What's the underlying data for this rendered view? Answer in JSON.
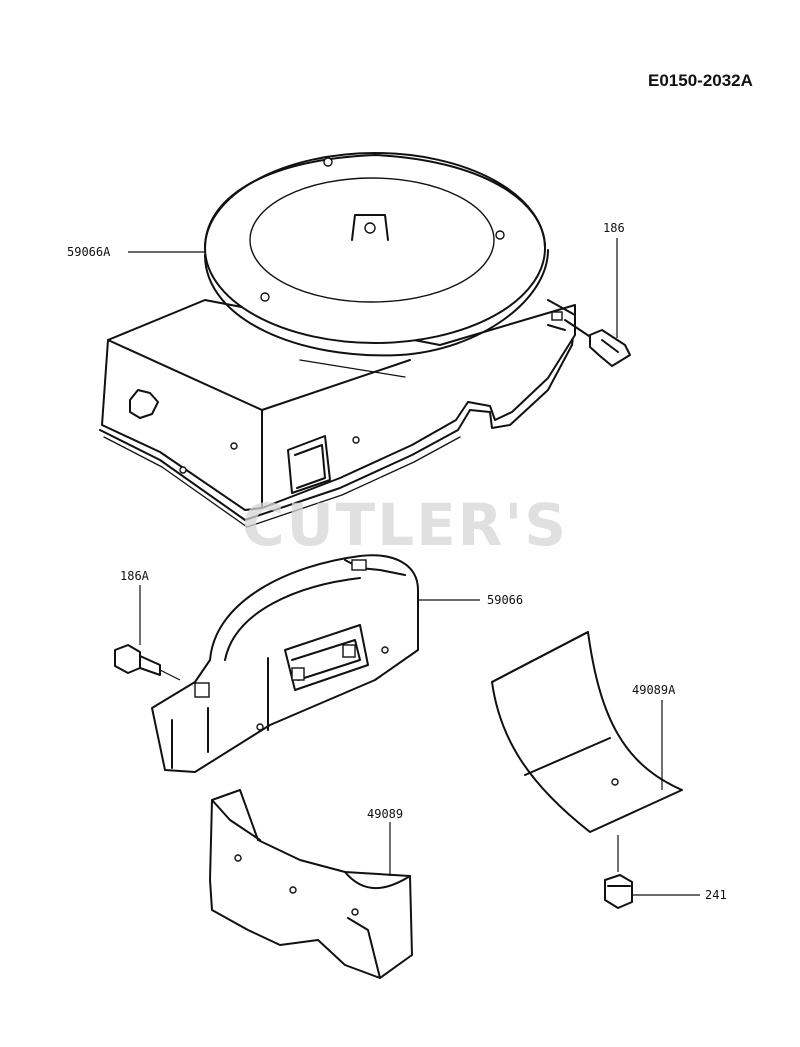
{
  "diagram": {
    "code": "E0150-2032A",
    "watermark": "CUTLER'S",
    "parts": [
      {
        "id": "59066A",
        "name": "blower-housing"
      },
      {
        "id": "186",
        "name": "bolt"
      },
      {
        "id": "186A",
        "name": "bolt"
      },
      {
        "id": "59066",
        "name": "cover-plate"
      },
      {
        "id": "49089A",
        "name": "shroud"
      },
      {
        "id": "49089",
        "name": "lower-cover"
      },
      {
        "id": "241",
        "name": "bolt"
      }
    ]
  }
}
